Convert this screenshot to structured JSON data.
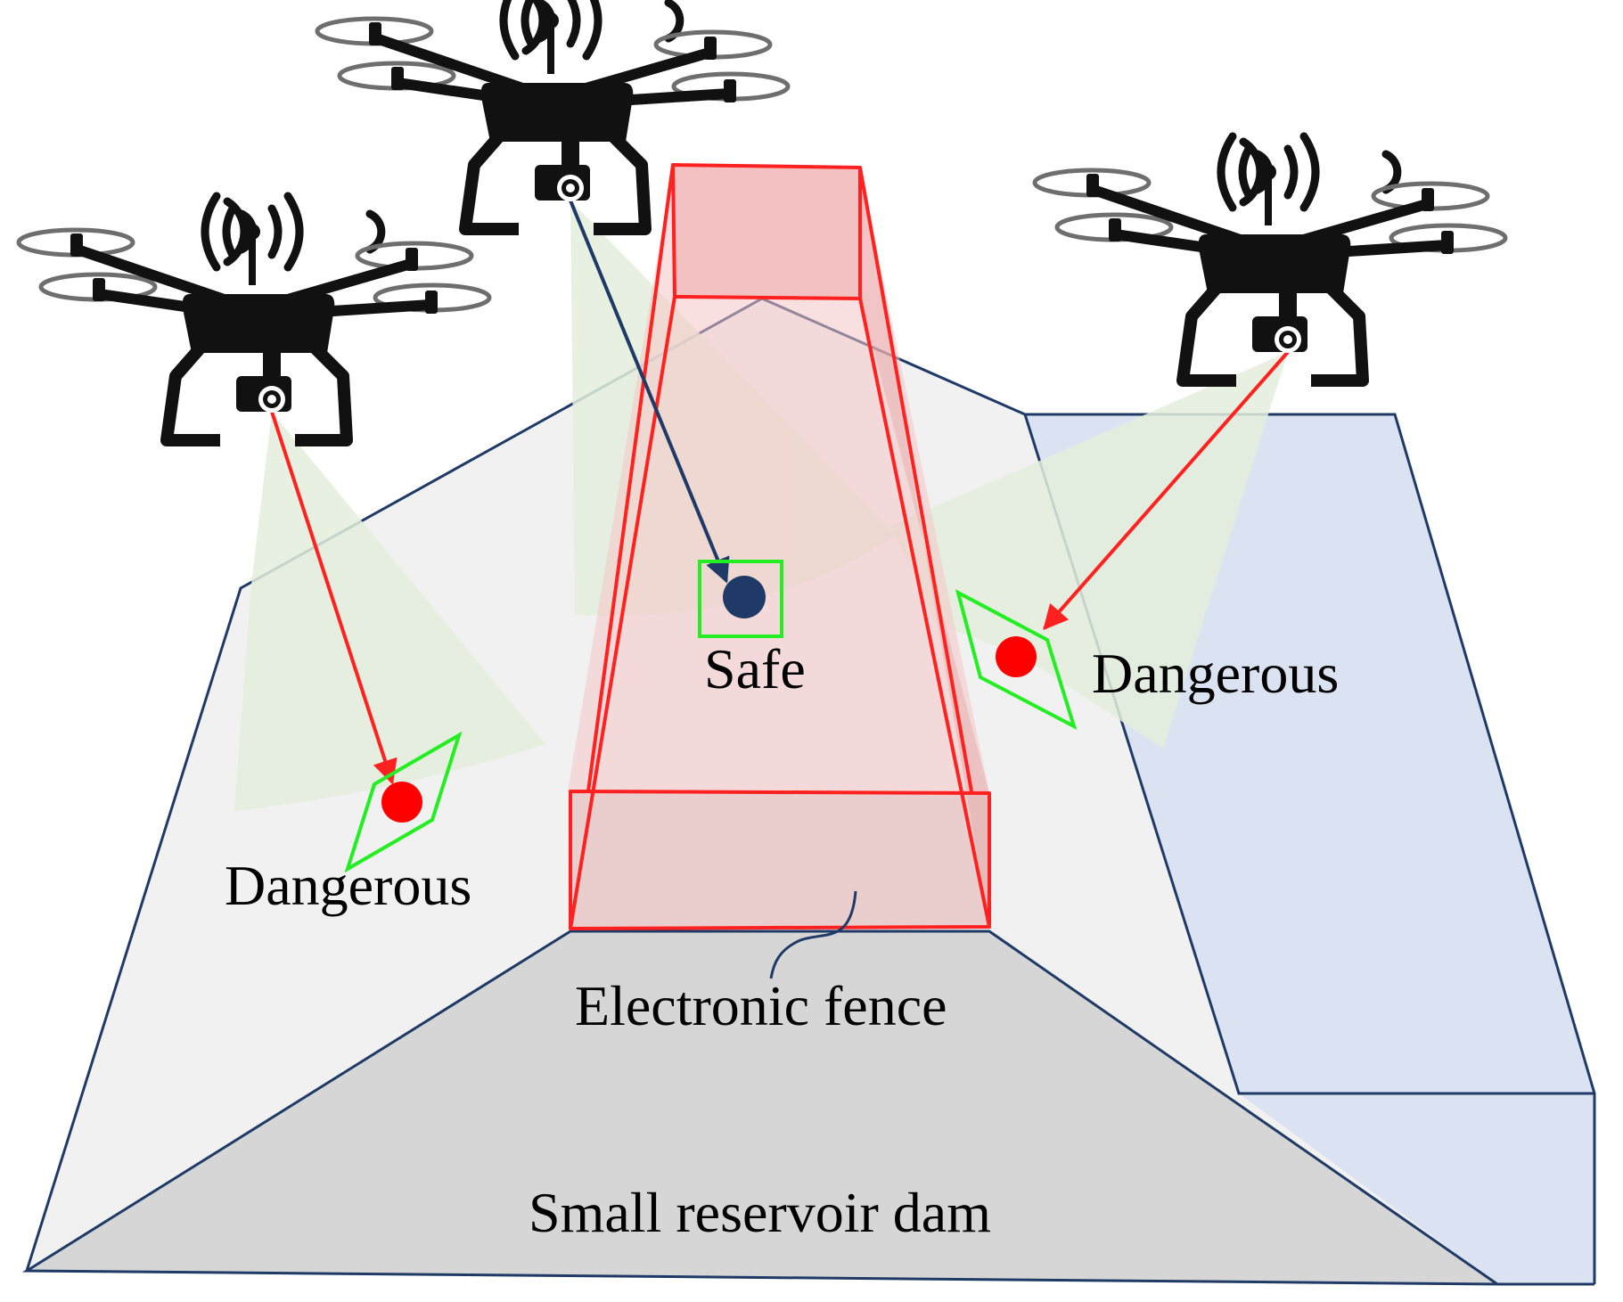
{
  "labels": {
    "safe": "Safe",
    "dangerous_left": "Dangerous",
    "dangerous_right": "Dangerous",
    "electronic_fence": "Electronic fence",
    "dam": "Small reservoir dam"
  },
  "colors": {
    "dam_outline": "#1f3a66",
    "dam_top_fill": "#f1f1f1",
    "dam_front_fill": "#d6d6d6",
    "water_fill": "#dbe3f2",
    "fence_stroke": "#ff2020",
    "fence_fill": "#f4c4c4",
    "camera_cone": "#e4efdc",
    "dangerous_ray": "#ff2020",
    "safe_ray": "#1f3a66",
    "marker_box": "#22ee22",
    "dangerous_point": "#ff0000",
    "safe_point": "#1f3a66",
    "drone": "#111111"
  },
  "icons": [
    "drone-icon",
    "antenna-icon",
    "camera-icon"
  ]
}
